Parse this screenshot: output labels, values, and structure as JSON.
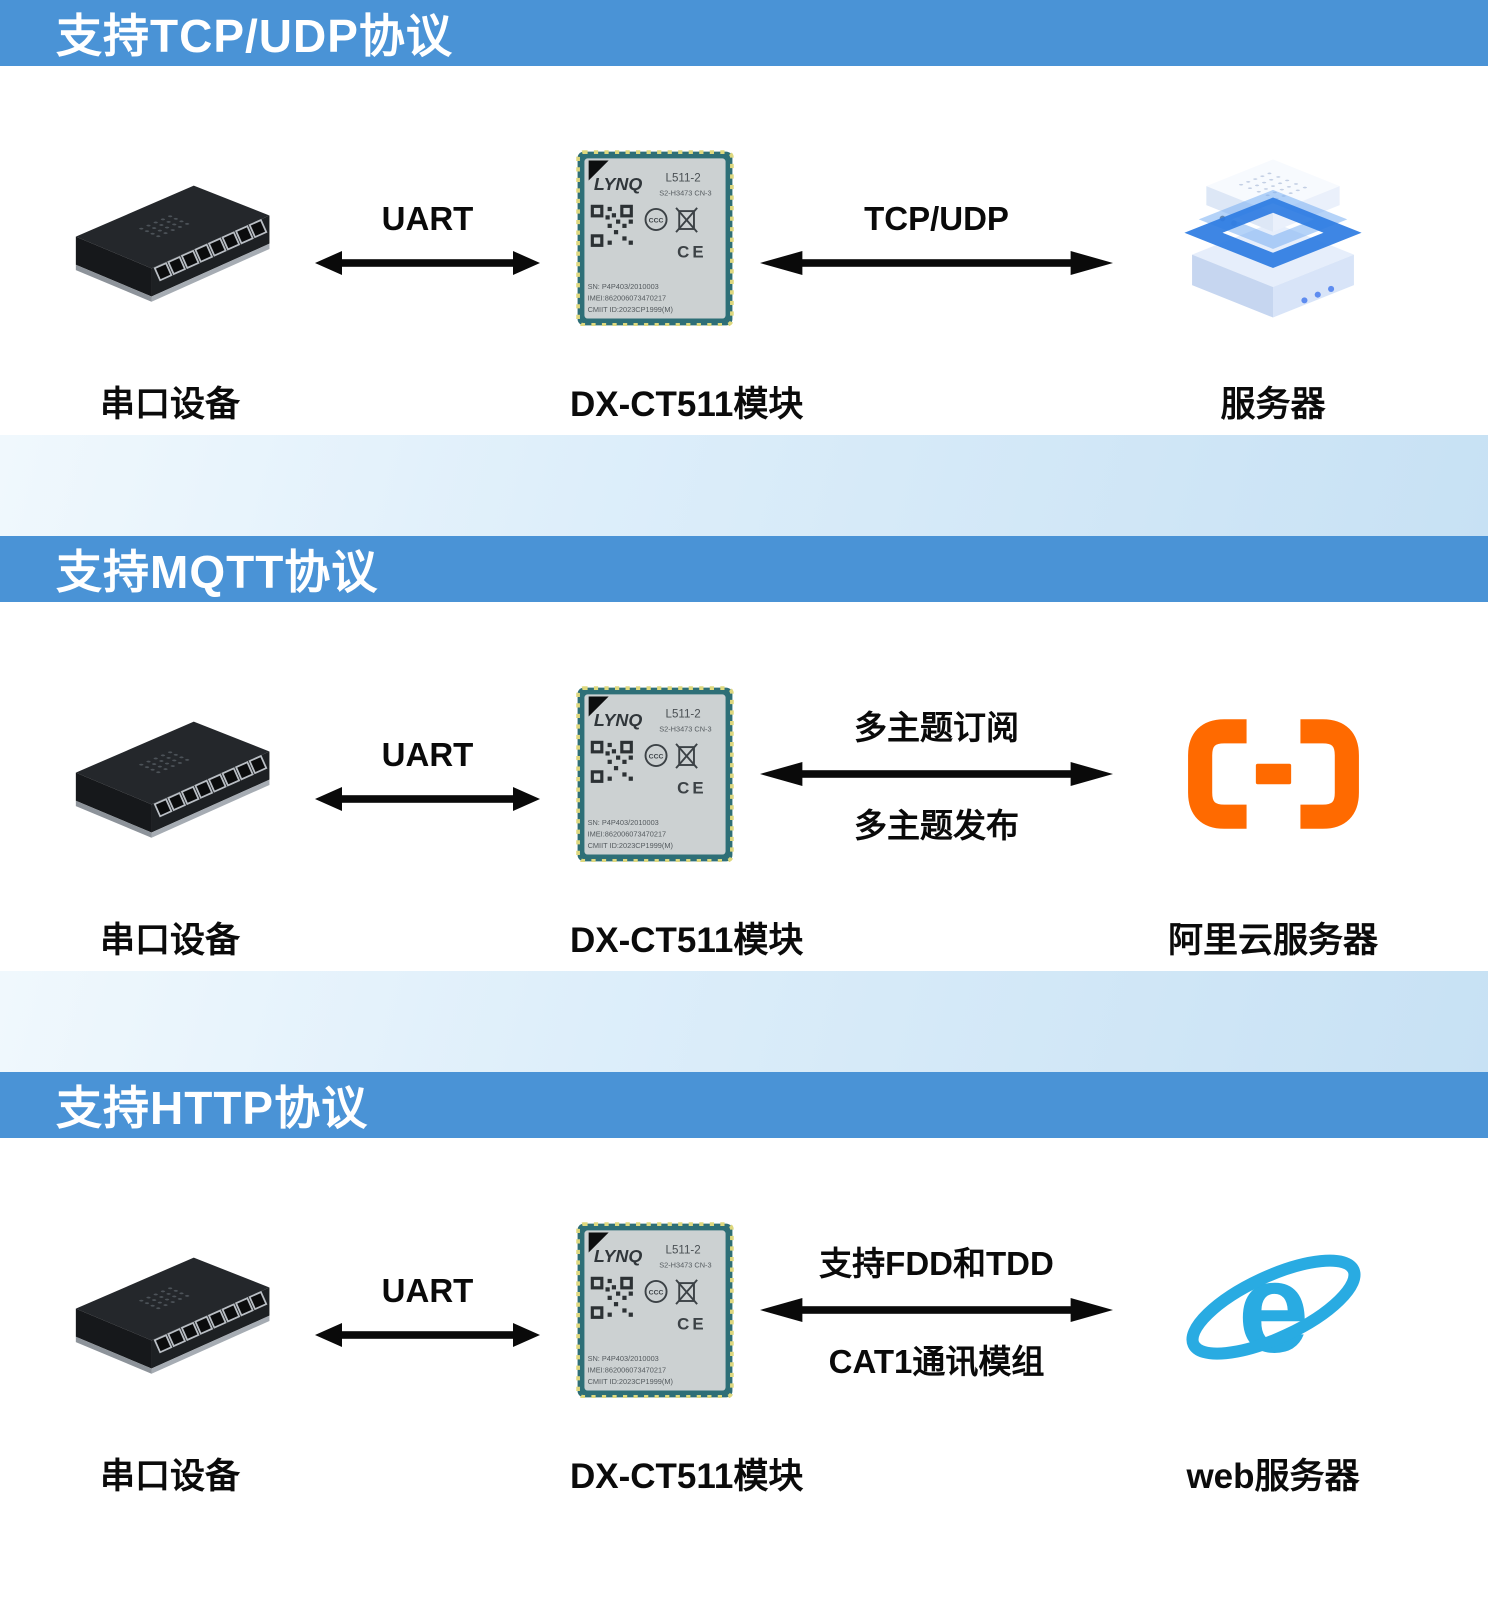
{
  "colors": {
    "header_blue": "#4A93D6",
    "band_light": "#EAF5FC",
    "band_deep": "#C7E1F4",
    "aliyun_orange": "#FF6A00",
    "ie_blue": "#29ABE2",
    "arrow_black": "#0A0A0A"
  },
  "module": {
    "brand": "LYNQ",
    "model": "L511-2",
    "spec": "S2-H3473 CN-3",
    "ccc": "CCC",
    "ce": "CE",
    "sn": "SN: P4P403/2010003",
    "imei": "IMEI:862006073470217",
    "cmiit": "CMIIT ID:2023CP1999(M)"
  },
  "web_icon_letter": "e",
  "sections": [
    {
      "header": "支持TCP/UDP协议",
      "left_label": "串口设备",
      "module_label": "DX-CT511模块",
      "right_label": "服务器",
      "arrow1_label": "UART",
      "arrow2_top": "TCP/UDP",
      "arrow2_bottom": "",
      "right_icon": "server-3d-icon"
    },
    {
      "header": "支持MQTT协议",
      "left_label": "串口设备",
      "module_label": "DX-CT511模块",
      "right_label": "阿里云服务器",
      "arrow1_label": "UART",
      "arrow2_top": "多主题订阅",
      "arrow2_bottom": "多主题发布",
      "right_icon": "alibaba-cloud-icon"
    },
    {
      "header": "支持HTTP协议",
      "left_label": "串口设备",
      "module_label": "DX-CT511模块",
      "right_label": "web服务器",
      "arrow1_label": "UART",
      "arrow2_top": "支持FDD和TDD",
      "arrow2_bottom": "CAT1通讯模组",
      "right_icon": "ie-browser-icon"
    }
  ]
}
